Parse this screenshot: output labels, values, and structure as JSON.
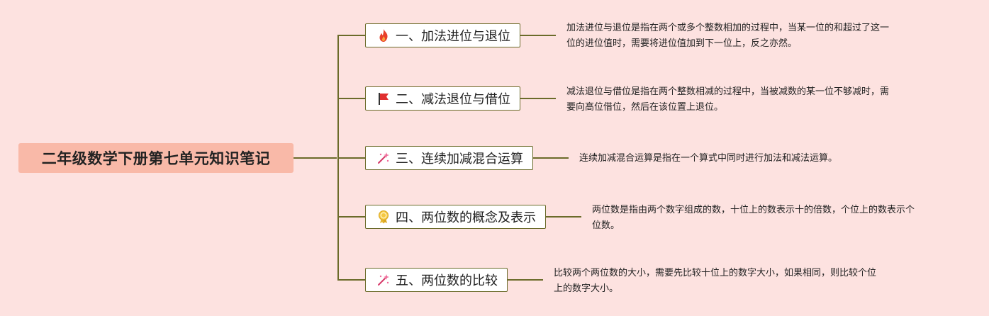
{
  "root": {
    "title": "二年级数学下册第七单元知识笔记"
  },
  "branches": [
    {
      "icon": "fire-icon",
      "label": "一、加法进位与退位",
      "note": [
        "加法进位与退位是指在两个或多个整数相加的过程中，当某一位的和超过了这一",
        "位的进位值时，需要将进位值加到下一位上，反之亦然。"
      ]
    },
    {
      "icon": "red-flag-icon",
      "label": "二、减法退位与借位",
      "note": [
        "减法退位与借位是指在两个整数相减的过程中，当被减数的某一位不够减时，需",
        "要向高位借位，然后在该位置上退位。"
      ]
    },
    {
      "icon": "sparkle-wand-icon",
      "label": "三、连续加减混合运算",
      "note": [
        "连续加减混合运算是指在一个算式中同时进行加法和减法运算。"
      ]
    },
    {
      "icon": "award-medal-icon",
      "label": "四、两位数的概念及表示",
      "note": [
        "两位数是指由两个数字组成的数，十位上的数表示十的倍数，个位上的数表示个",
        "位数。"
      ]
    },
    {
      "icon": "sparkle-wand-icon",
      "label": "五、两位数的比较",
      "note": [
        "比较两个两位数的大小，需要先比较十位上的数字大小，如果相同，则比较个位",
        "上的数字大小。"
      ]
    }
  ],
  "colors": {
    "background": "#fde2e0",
    "root_fill": "#f9b9a8",
    "line": "#6b6b2a",
    "branch_fill": "#ffffff"
  }
}
